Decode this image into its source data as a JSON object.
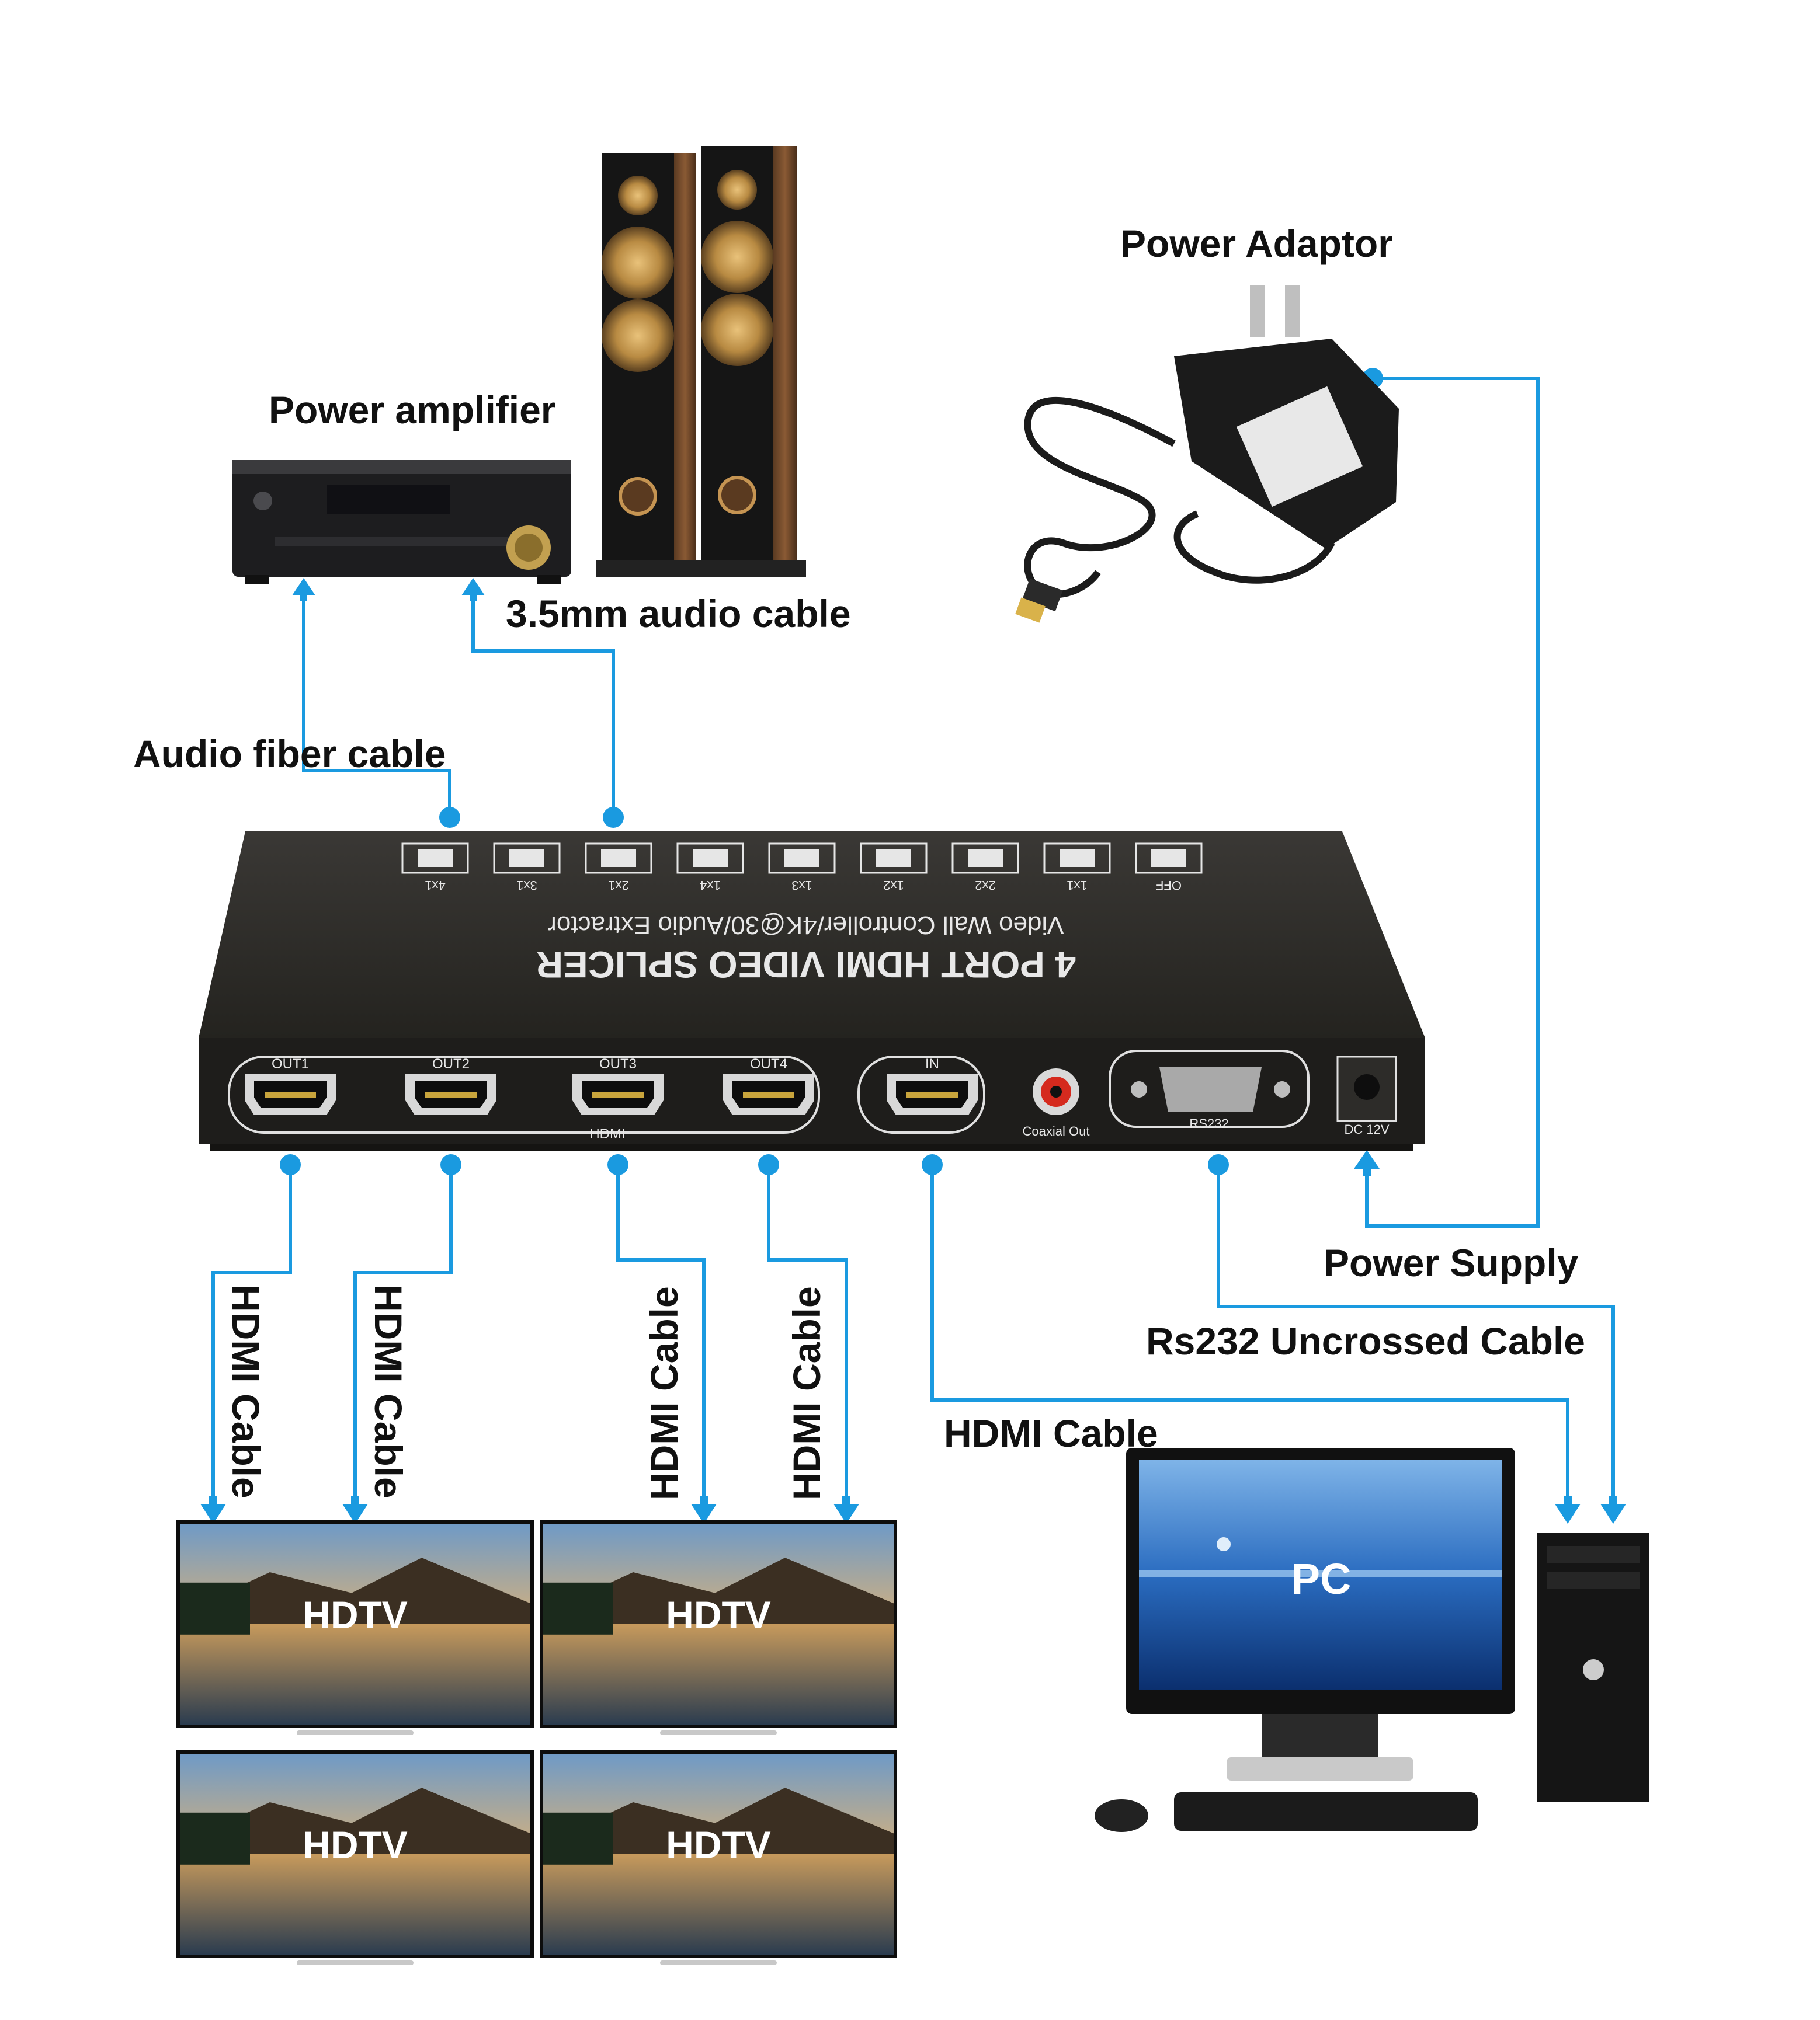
{
  "labels": {
    "power_amplifier": "Power amplifier",
    "audio_cable": "3.5mm audio cable",
    "audio_fiber": "Audio fiber cable",
    "power_adaptor": "Power Adaptor",
    "power_supply": "Power Supply",
    "rs232_cable": "Rs232 Uncrossed Cable",
    "hdmi_cable": "HDMI Cable",
    "pc": "PC",
    "hdtv": "HDTV"
  },
  "device": {
    "title": "4 PORT HDMI VIDEO SPLICER",
    "subtitle": "Video Wall Controller/4K@30/Audio Extractor",
    "modes": [
      "4x1",
      "3x1",
      "2x1",
      "1x4",
      "1x3",
      "1x2",
      "2x2",
      "1x1",
      "OFF"
    ],
    "ports": [
      "OUT1",
      "OUT2",
      "OUT3",
      "OUT4",
      "IN"
    ],
    "hdmi_group": "HDMI",
    "coaxial": "Coaxial Out",
    "rs232": "RS232",
    "dc": "DC 12V"
  },
  "colors": {
    "line": "#1a9ae0",
    "device": "#2b2a28",
    "text": "#111111"
  }
}
